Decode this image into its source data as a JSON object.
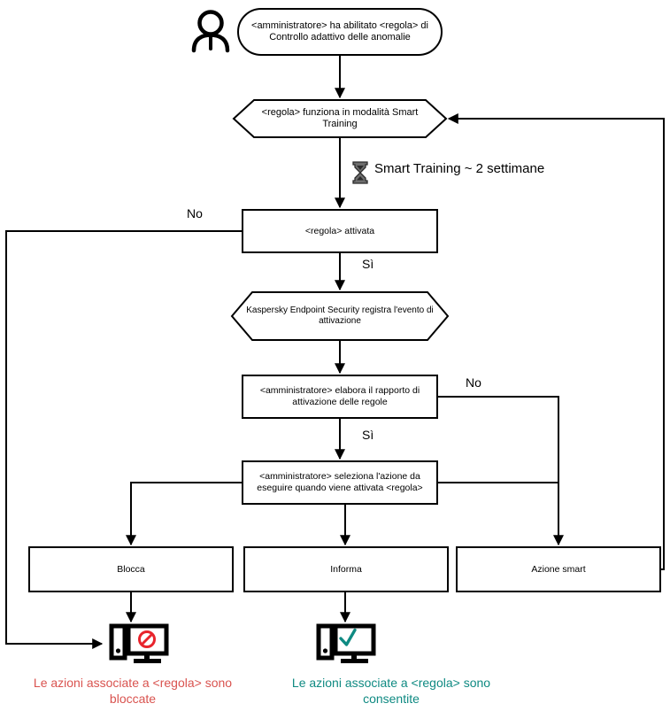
{
  "diagram": {
    "title": "Controllo adattivo delle anomalie - flusso della regola",
    "language": "it",
    "background": "#ffffff",
    "line_color": "#000000"
  },
  "actor": {
    "name": "amministratore",
    "icon": "person-icon"
  },
  "nodes": {
    "start": {
      "id": "start",
      "shape": "rounded-rectangle",
      "text": "<amministratore> ha abilitato <regola> di\nControllo adattivo delle anomalie"
    },
    "smart_training": {
      "id": "smart-training",
      "shape": "hexagon",
      "text": "<regola> funziona in modalità Smart Training"
    },
    "rule_triggered": {
      "id": "rule-triggered",
      "shape": "rectangle",
      "text": "<regola> attivata"
    },
    "kes_logs_event": {
      "id": "kes-logs-event",
      "shape": "hexagon",
      "text": "Kaspersky Endpoint Security registra l'evento di\nattivazione"
    },
    "admin_report": {
      "id": "admin-report",
      "shape": "rectangle",
      "text": "<amministratore> elabora il rapporto di\nattivazione delle regole"
    },
    "admin_selects_action": {
      "id": "admin-selects-action",
      "shape": "rectangle",
      "text": "<amministratore> seleziona l'azione da\neseguire quando viene attivata <regola>"
    },
    "block": {
      "id": "block",
      "shape": "rectangle",
      "text": "Blocca"
    },
    "inform": {
      "id": "inform",
      "shape": "rectangle",
      "text": "Informa"
    },
    "smart_action": {
      "id": "smart-action",
      "shape": "rectangle",
      "text": "Azione smart"
    }
  },
  "annotations": {
    "smart_training_duration": {
      "icon": "hourglass-icon",
      "text": "Smart Training ~ 2 settimane"
    }
  },
  "edge_labels": {
    "rule_triggered_no": "No",
    "rule_triggered_yes": "Sì",
    "admin_report_no": "No",
    "admin_report_yes": "Sì"
  },
  "outcomes": {
    "blocked": {
      "icon": "computer-blocked-icon",
      "badge": "prohibition-sign",
      "badge_color": "#e8242c",
      "caption": "Le azioni associate a <regola> sono\nbloccate",
      "caption_color": "#d9534f"
    },
    "allowed": {
      "icon": "computer-allowed-icon",
      "badge": "checkmark",
      "badge_color": "#0f8a82",
      "caption": "Le azioni associate a <regola> sono\nconsentite",
      "caption_color": "#0f8a82"
    }
  }
}
